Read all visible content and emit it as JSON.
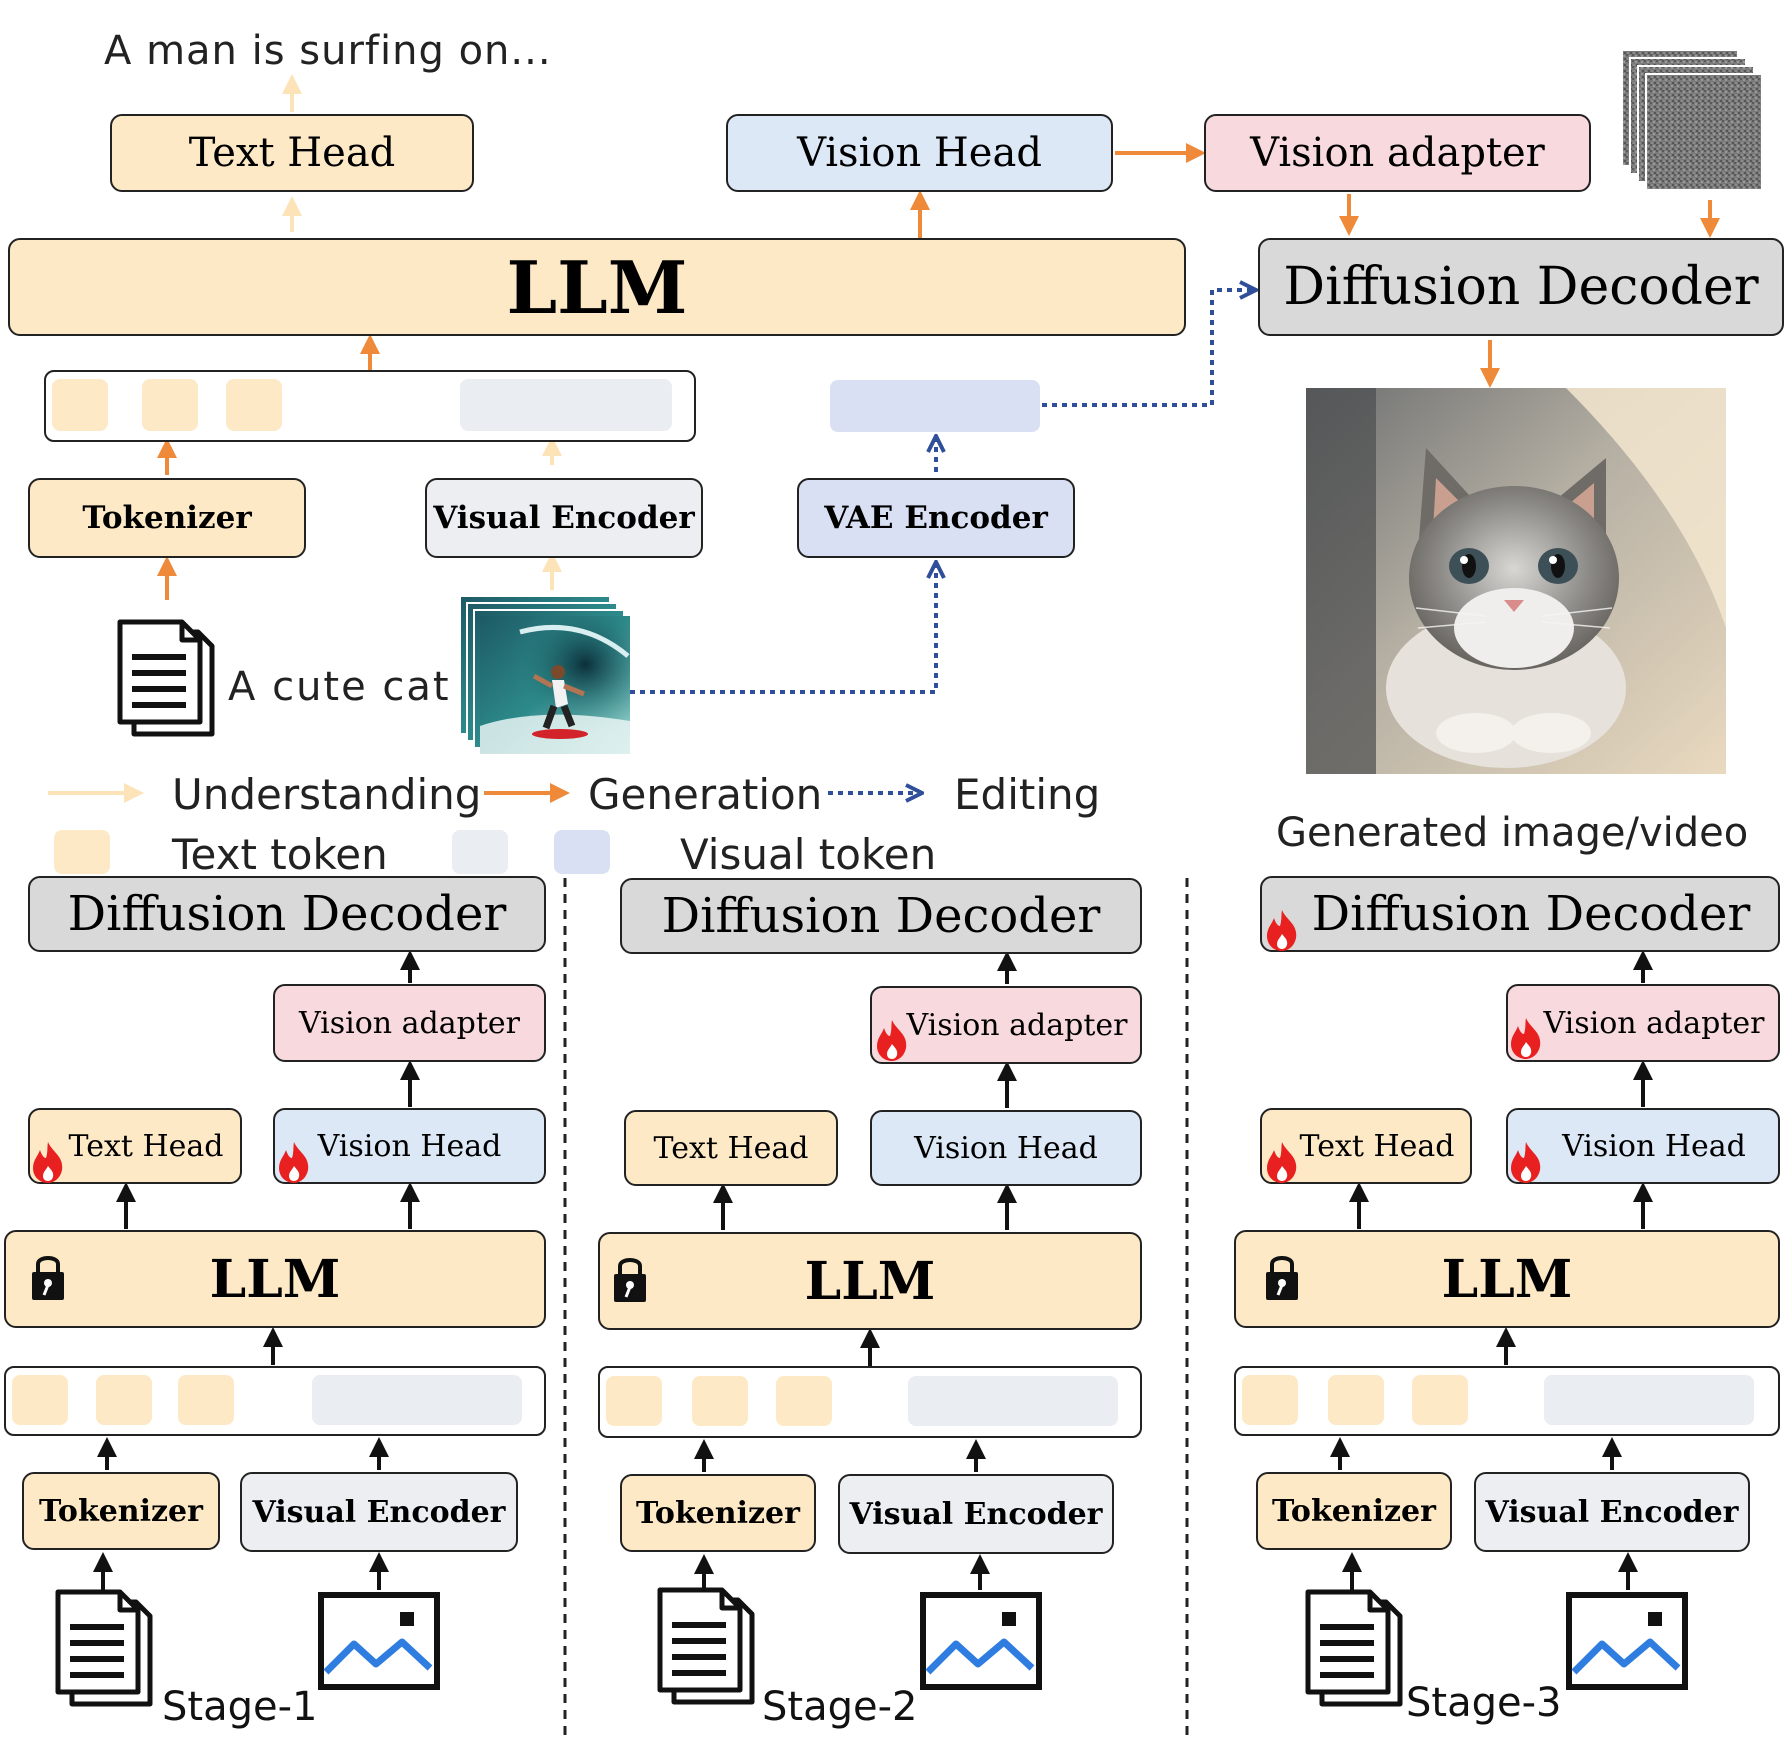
{
  "top": {
    "caption_out": "A man is surfing on...",
    "text_head": "Text Head",
    "vision_head": "Vision Head",
    "vision_adapter": "Vision adapter",
    "llm": "LLM",
    "diffusion_decoder": "Diffusion Decoder",
    "tokenizer": "Tokenizer",
    "visual_encoder": "Visual Encoder",
    "vae_encoder": "VAE Encoder",
    "input_text": "A cute cat",
    "generated_caption": "Generated image/video"
  },
  "legend": {
    "understanding": "Understanding",
    "generation": "Generation",
    "editing": "Editing",
    "text_token": "Text token",
    "visual_token": "Visual token"
  },
  "stages": [
    {
      "name": "Stage-1",
      "diffusion_decoder": "Diffusion Decoder",
      "vision_adapter": "Vision adapter",
      "text_head": "Text Head",
      "vision_head": "Vision Head",
      "llm": "LLM",
      "tokenizer": "Tokenizer",
      "visual_encoder": "Visual Encoder"
    },
    {
      "name": "Stage-2",
      "diffusion_decoder": "Diffusion Decoder",
      "vision_adapter": "Vision adapter",
      "text_head": "Text Head",
      "vision_head": "Vision Head",
      "llm": "LLM",
      "tokenizer": "Tokenizer",
      "visual_encoder": "Visual Encoder"
    },
    {
      "name": "Stage-3",
      "diffusion_decoder": "Diffusion Decoder",
      "vision_adapter": "Vision adapter",
      "text_head": "Text Head",
      "vision_head": "Vision Head",
      "llm": "LLM",
      "tokenizer": "Tokenizer",
      "visual_encoder": "Visual Encoder"
    }
  ],
  "colors": {
    "understanding_arrow": "#fde3b8",
    "generation_arrow": "#ee8a3a",
    "editing_arrow": "#2f4f9a",
    "text_token": "#fde9c6",
    "visual_token": "#eaedf2",
    "vae_token": "#d9e0f3",
    "llm_box": "#fde9c6",
    "vision_head_box": "#dce8f6",
    "vision_adapter_box": "#f7d9de",
    "diffusion_box": "#d9d9d9",
    "fire": "#e8201f"
  }
}
